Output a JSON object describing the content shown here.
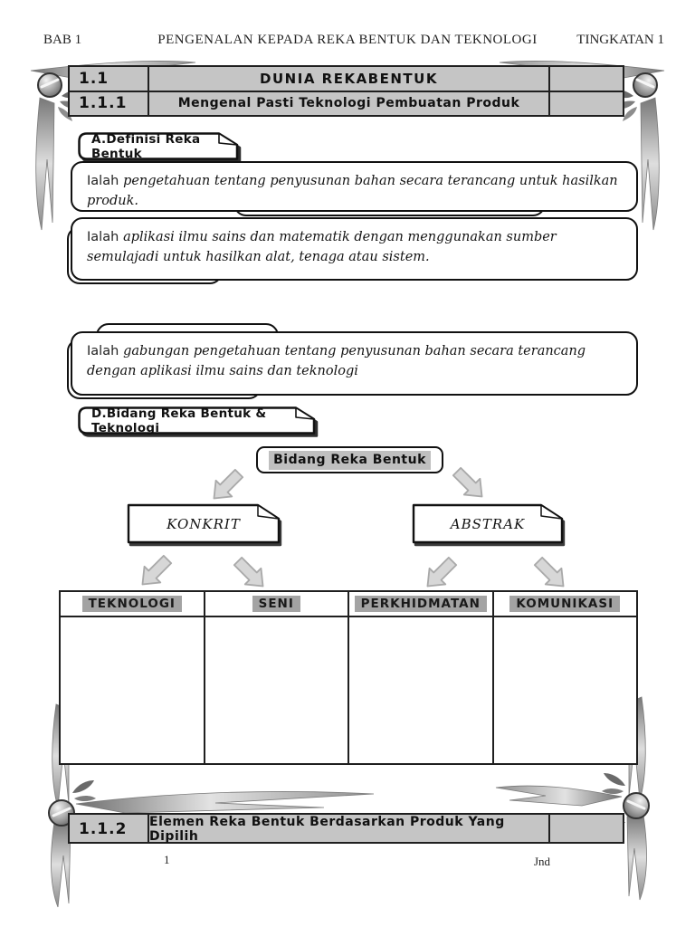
{
  "header": {
    "left": "BAB 1",
    "center": "PENGENALAN KEPADA REKA BENTUK DAN TEKNOLOGI",
    "right": "TINGKATAN 1"
  },
  "topic_table": {
    "rows": [
      {
        "code": "1.1",
        "title": "DUNIA REKABENTUK"
      },
      {
        "code": "1.1.1",
        "title": "Mengenal Pasti Teknologi Pembuatan Produk"
      }
    ]
  },
  "sections": {
    "a_label": "A.Definisi Reka Bentuk",
    "d_label": "D.Bidang Reka Bentuk & Teknologi"
  },
  "definitions": [
    {
      "lead": "Ialah",
      "text": "pengetahuan tentang penyusunan bahan secara terancang untuk hasilkan produk."
    },
    {
      "lead": "Ialah",
      "text": "aplikasi ilmu sains dan matematik dengan menggunakan sumber semulajadi untuk hasilkan alat, tenaga atau sistem."
    },
    {
      "lead": "Ialah",
      "text": "gabungan pengetahuan tentang penyusunan bahan secara terancang dengan aplikasi ilmu sains dan teknologi"
    }
  ],
  "diagram": {
    "root": "Bidang Reka Bentuk",
    "branches": [
      "KONKRIT",
      "ABSTRAK"
    ],
    "fields": [
      "TEKNOLOGI",
      "SENI",
      "PERKHIDMATAN",
      "KOMUNIKASI"
    ]
  },
  "bottom_table": {
    "code": "1.1.2",
    "title": "Elemen Reka Bentuk Berdasarkan Produk Yang Dipilih"
  },
  "footer": {
    "page_number": "1",
    "initials": "Jnd"
  },
  "colors": {
    "table_bg": "#c5c5c5",
    "header_highlight_bg": "#a3a3a3",
    "root_highlight_bg": "#bfbfbf",
    "arrow_fill": "#d7d7d7",
    "arrow_stroke": "#a9a9a9",
    "border": "#1f1f1f"
  }
}
